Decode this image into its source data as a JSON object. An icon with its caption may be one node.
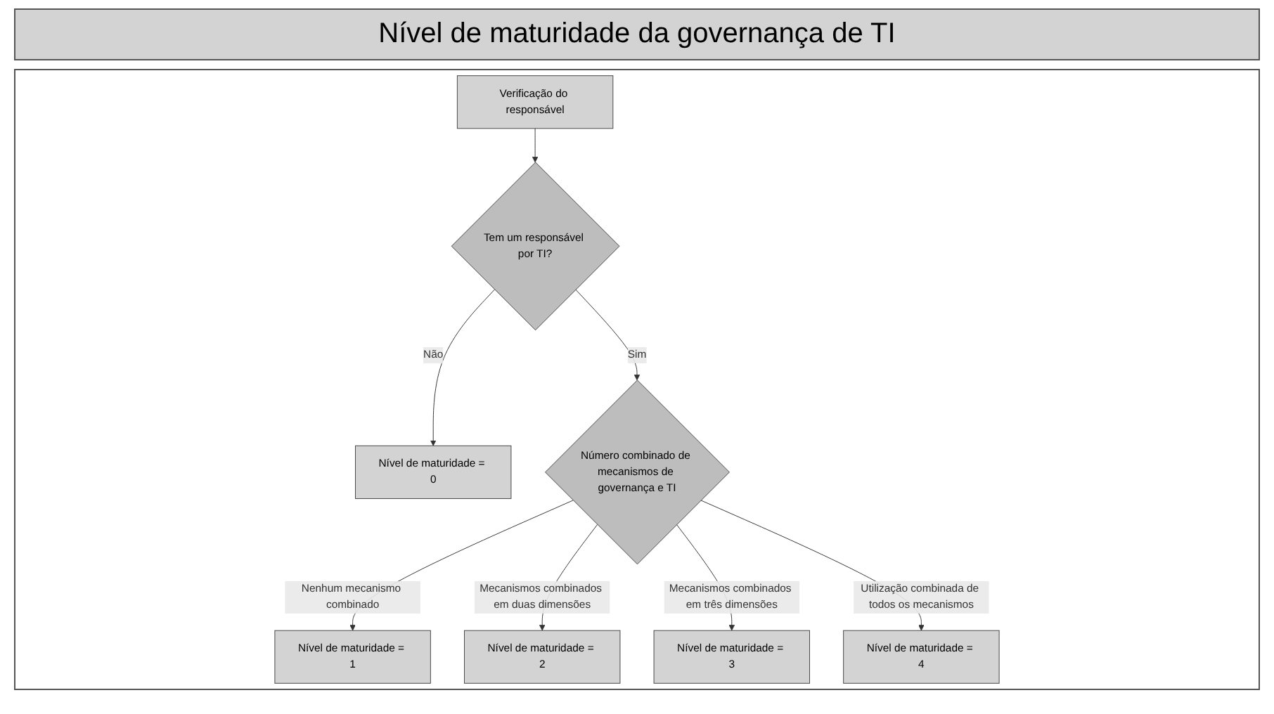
{
  "diagram": {
    "title": "Nível de maturidade da governança de TI",
    "nodes": [
      {
        "text": [
          "Verificação do responsável"
        ]
      },
      {
        "text": [
          "Tem um responsável por TI?"
        ]
      },
      {
        "text": [
          "Nível de maturidade = 0"
        ]
      },
      {
        "text": [
          "Número combinado de mecanismos de governança e TI"
        ]
      },
      {
        "text": [
          "Nível de maturidade = 1"
        ]
      },
      {
        "text": [
          "Nível de maturidade = 2"
        ]
      },
      {
        "text": [
          "Nível de maturidade = 3"
        ]
      },
      {
        "text": [
          "Nível de maturidade = 4"
        ]
      }
    ],
    "edges": [
      {
        "from": 0,
        "to": 1,
        "arrow": "to"
      },
      {
        "from": 1,
        "to": 2,
        "arrow": "to",
        "label": "Não"
      },
      {
        "from": 1,
        "to": 3,
        "arrow": "to",
        "label": "Sim"
      },
      {
        "from": 3,
        "to": 4,
        "arrow": "to",
        "label": "Nenhum mecanismo combinado"
      },
      {
        "from": 3,
        "to": 5,
        "arrow": "to",
        "label": "Mecanismos combinados em duas dimensões"
      },
      {
        "from": 3,
        "to": 6,
        "arrow": "to",
        "label": "Mecanismos combinados em três dimensões"
      },
      {
        "from": 3,
        "to": 7,
        "arrow": "to",
        "label": "Utilização combinada de todos os mecanismos"
      }
    ]
  }
}
